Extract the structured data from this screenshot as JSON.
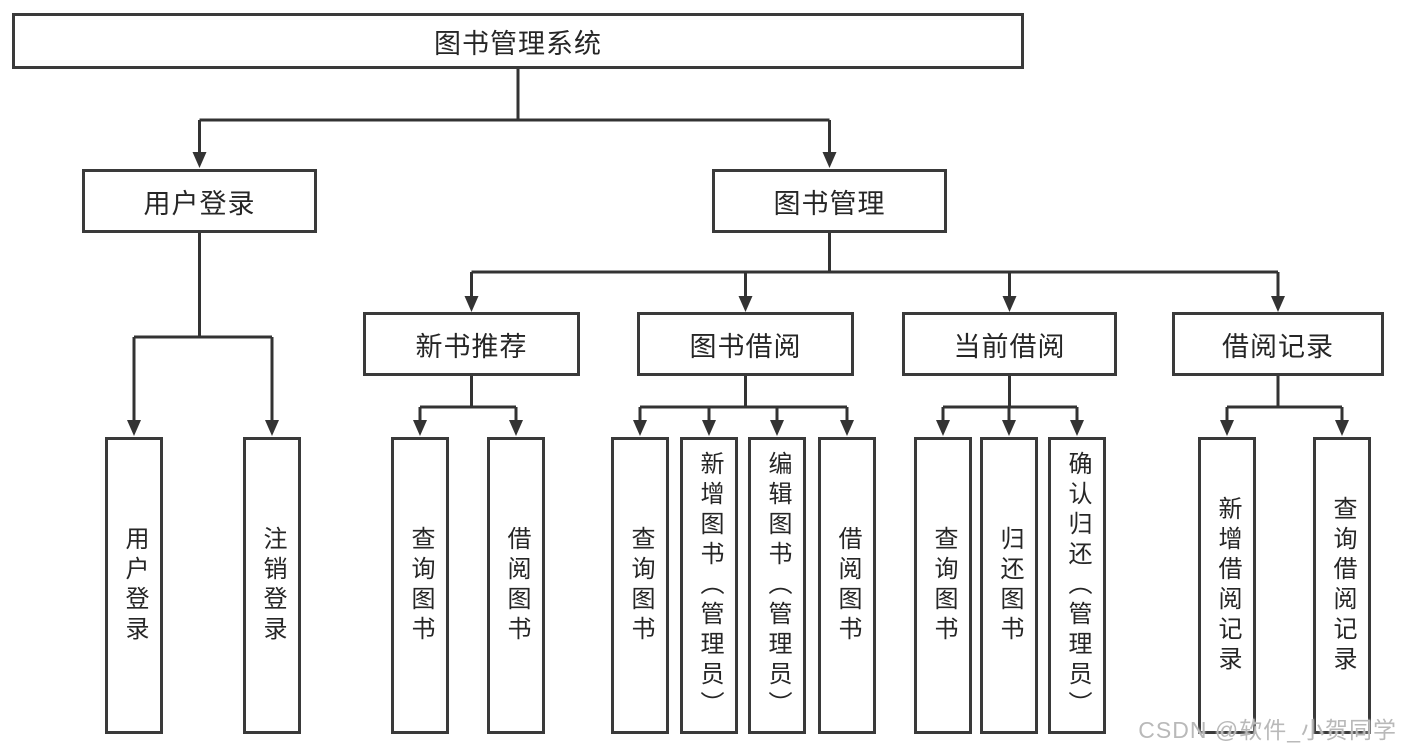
{
  "colors": {
    "box_border": "#3a3a3a",
    "line": "#333333",
    "text": "#262626",
    "watermark": "#b9b9b9",
    "background": "#ffffff"
  },
  "nodes": {
    "root": "图书管理系统",
    "l2_login": "用户登录",
    "l2_mgmt": "图书管理",
    "l3_recommend": "新书推荐",
    "l3_borrow": "图书借阅",
    "l3_current": "当前借阅",
    "l3_records": "借阅记录",
    "leaf_login_user": "用户登录",
    "leaf_login_logout": "注销登录",
    "leaf_rec_query": "查询图书",
    "leaf_rec_borrow": "借阅图书",
    "leaf_bor_query": "查询图书",
    "leaf_bor_add": "新增图书（管理员）",
    "leaf_bor_edit": "编辑图书（管理员）",
    "leaf_bor_borrow": "借阅图书",
    "leaf_cur_query": "查询图书",
    "leaf_cur_return": "归还图书",
    "leaf_cur_confirm": "确认归还（管理员）",
    "leaf_rec_add": "新增借阅记录",
    "leaf_rec_query2": "查询借阅记录"
  },
  "hierarchy": {
    "图书管理系统": {
      "用户登录": [
        "用户登录",
        "注销登录"
      ],
      "图书管理": {
        "新书推荐": [
          "查询图书",
          "借阅图书"
        ],
        "图书借阅": [
          "查询图书",
          "新增图书（管理员）",
          "编辑图书（管理员）",
          "借阅图书"
        ],
        "当前借阅": [
          "查询图书",
          "归还图书",
          "确认归还（管理员）"
        ],
        "借阅记录": [
          "新增借阅记录",
          "查询借阅记录"
        ]
      }
    }
  },
  "watermark": "CSDN @软件_小贺同学"
}
